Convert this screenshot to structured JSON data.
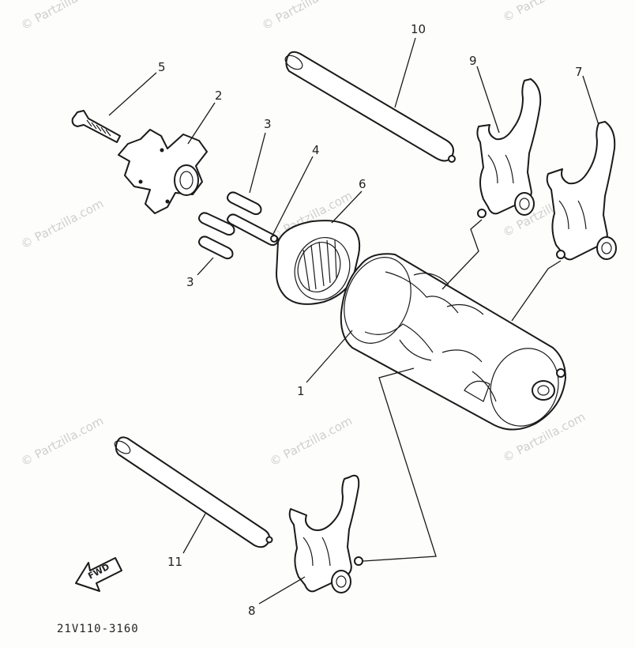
{
  "watermark": "© Partzilla.com",
  "diagram_code": "21V110-3160",
  "direction_label": "FWD",
  "callouts": {
    "c1": "1",
    "c2": "2",
    "c3a": "3",
    "c3b": "3",
    "c4": "4",
    "c5": "5",
    "c6": "6",
    "c7": "7",
    "c8": "8",
    "c9": "9",
    "c10": "10",
    "c11": "11"
  },
  "parts": [
    {
      "ref": "1",
      "name": "shift cam"
    },
    {
      "ref": "2",
      "name": "segment"
    },
    {
      "ref": "3",
      "name": "pin"
    },
    {
      "ref": "4",
      "name": "pin"
    },
    {
      "ref": "5",
      "name": "bolt"
    },
    {
      "ref": "6",
      "name": "bearing"
    },
    {
      "ref": "7",
      "name": "shift fork"
    },
    {
      "ref": "8",
      "name": "shift fork"
    },
    {
      "ref": "9",
      "name": "shift fork"
    },
    {
      "ref": "10",
      "name": "guide bar"
    },
    {
      "ref": "11",
      "name": "guide bar"
    }
  ]
}
